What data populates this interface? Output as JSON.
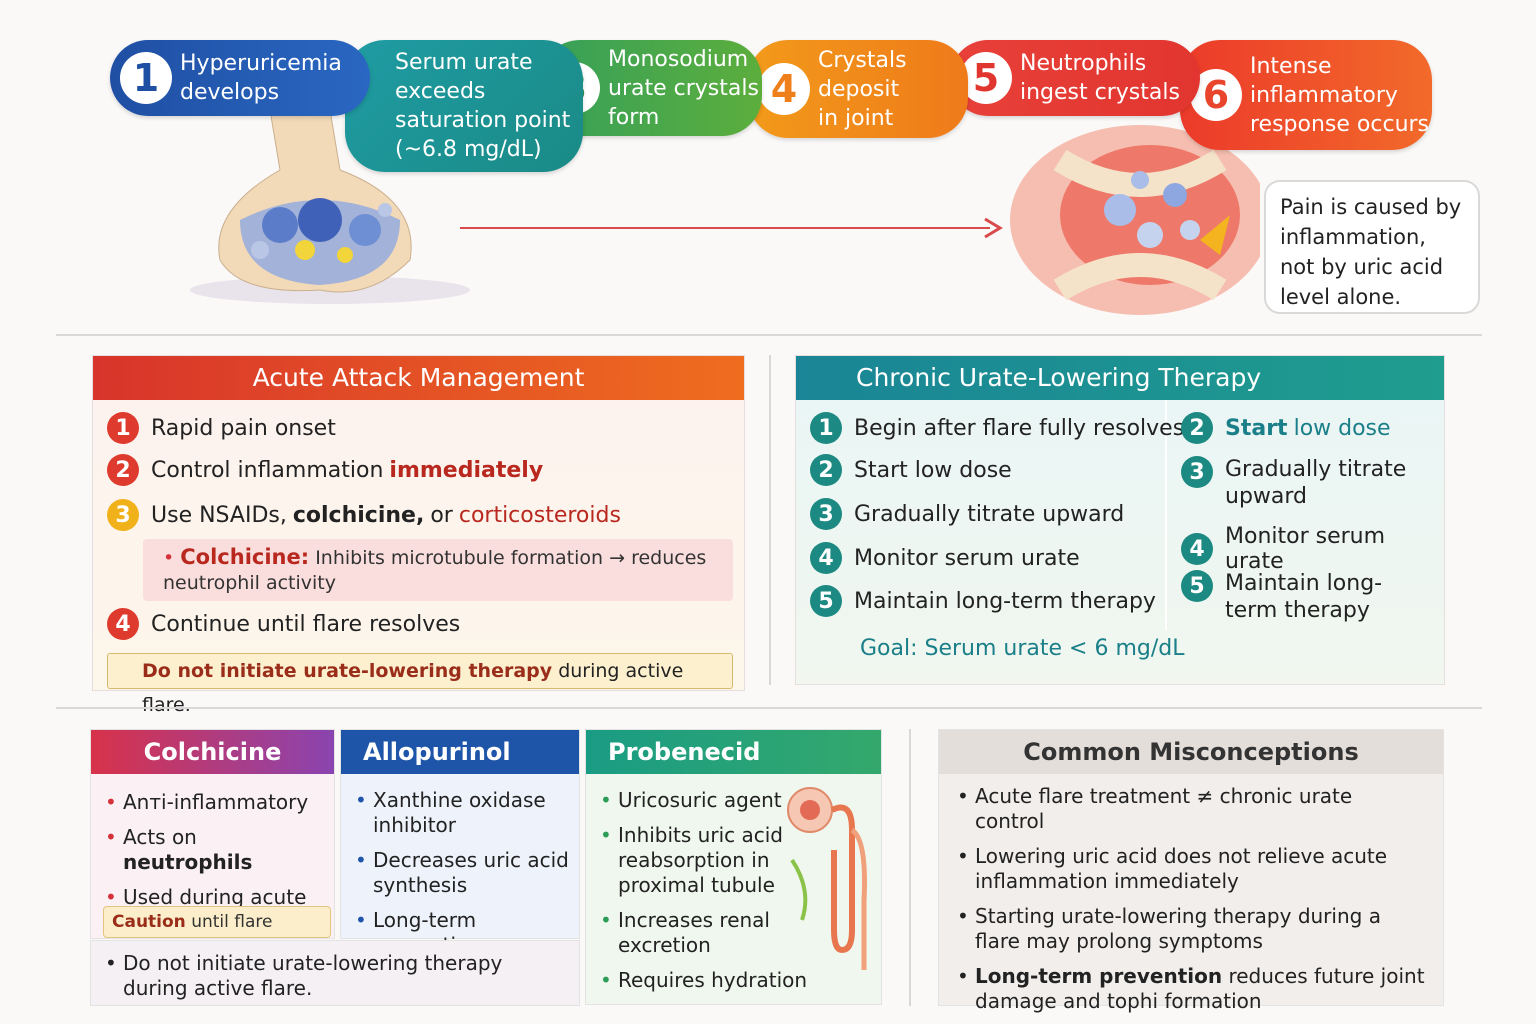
{
  "pathway": {
    "steps": [
      {
        "num": "1",
        "text": "Hyperuricemia\ndevelops"
      },
      {
        "num": "",
        "text": "Serum urate\n exceeds\nsaturation point\n(~6.8 mg/dL)"
      },
      {
        "num": "3",
        "text": "Monosodium\nurate crystals\nform"
      },
      {
        "num": "4",
        "text": "Crystals\ndeposit\nin joint"
      },
      {
        "num": "5",
        "text": "Neutrophils\ningest crystals"
      },
      {
        "num": "6",
        "text": "Intense\ninflammatory\nresponse occurs"
      }
    ],
    "note": "Pain is caused by inflammation, not by uric acid level alone."
  },
  "acute": {
    "title": "Acute Attack Management",
    "items": [
      {
        "num": "1",
        "text": "Rapid pain onset"
      },
      {
        "num": "2",
        "text": "Control inflammation ",
        "strong": "immediately"
      },
      {
        "num": "3",
        "pre": "Use NSAIDs, ",
        "mid": "colchicine,",
        "post": " or ",
        "end": "corticosteroids"
      },
      {
        "num": "4",
        "text": "Continue until flare resolves"
      }
    ],
    "colchicine_label": "Colchicine:",
    "colchicine_text": "Inhibits microtubule formation → reduces neutrophil activity",
    "warning_strong": "Do not initiate urate-lowering therapy",
    "warning_rest": " during active flare."
  },
  "chronic": {
    "title": "Chronic Urate-Lowering Therapy",
    "left": [
      {
        "num": "1",
        "text": "Begin after flare fully resolves"
      },
      {
        "num": "2",
        "text": "Start low dose"
      },
      {
        "num": "3",
        "text": "Gradually titrate upward"
      },
      {
        "num": "4",
        "text": "Monitor serum urate"
      },
      {
        "num": "5",
        "text": "Maintain long-term therapy"
      }
    ],
    "right": [
      {
        "num": "2",
        "strong": "Start",
        "text": " low dose"
      },
      {
        "num": "3",
        "text": "Gradually titrate upward"
      },
      {
        "num": "4",
        "text": "Monitor serum urate"
      },
      {
        "num": "5",
        "text": "Maintain long-term therapy"
      }
    ],
    "goal": "Goal: Serum urate < 6 mg/dL"
  },
  "drugs": {
    "colchicine": {
      "title": "Colchicine",
      "items": [
        "Anтi-inflammatory",
        "Acts on ",
        "Used during acute flare"
      ],
      "neutrophils": "neutrophils",
      "caution_strong": "Caution",
      "caution_rest": " until flare resolves"
    },
    "allopurinol": {
      "title": "Allopurinol",
      "items": [
        "Xanthine oxidase inhibitor",
        "Decreases uric acid synthesis",
        "Long-term prevention"
      ]
    },
    "probenecid": {
      "title": "Probenecid",
      "items": [
        "Uricosuric agent",
        "Inhibits uric acid reabsorption in proximal tubule",
        "Increases renal excretion",
        "Requires hydration"
      ]
    },
    "bottom_note": "Do not initiate urate-lowering therapy during active flare."
  },
  "misconceptions": {
    "title": "Common Misconceptions",
    "items": [
      "Acute flare treatment ≠ chronic urate control",
      "Lowering uric acid does not relieve acute inflammation immediately",
      "Starting urate-lowering therapy during a flare may prolong symptoms"
    ],
    "last_strong": "Long-term prevention",
    "last_rest": " reduces future joint damage and tophi formation"
  }
}
